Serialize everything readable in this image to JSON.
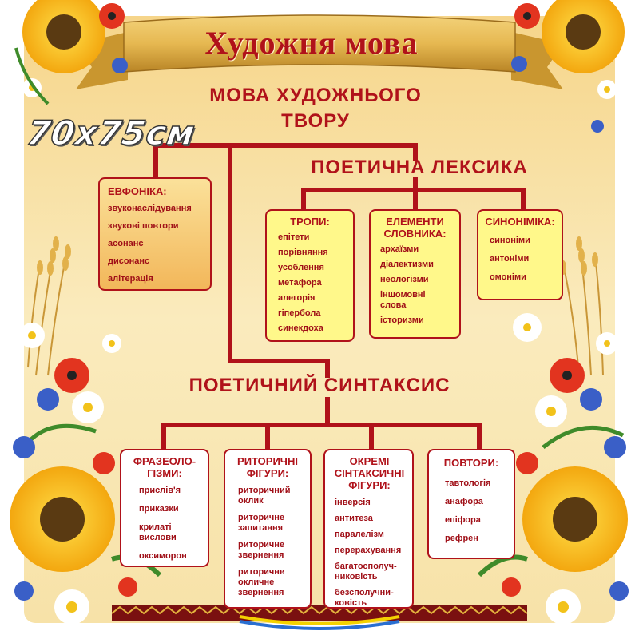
{
  "title": "Художня мова",
  "size_label": "70х75см",
  "headings": {
    "work_language": "МОВА ХУДОЖНЬОГО ТВОРУ",
    "poetic_lexicon": "ПОЕТИЧНА ЛЕКСИКА",
    "poetic_syntax": "ПОЕТИЧНИЙ СИНТАКСИС"
  },
  "euphony": {
    "title": "ЕВФОНІКА:",
    "items": [
      "звуконаслідування",
      "звукові повтори",
      "асонанс",
      "дисонанс",
      "алітерація"
    ]
  },
  "lexicon_boxes": [
    {
      "title": "ТРОПИ:",
      "items": [
        "епітети",
        "порівняння",
        "усоблення",
        "метафора",
        "алегорія",
        "гіпербола",
        "синекдоха"
      ]
    },
    {
      "title": "ЕЛЕМЕНТИ СЛОВНИКА:",
      "items": [
        "архаїзми",
        "діалектизми",
        "неологізми",
        "іншомовні слова",
        "історизми"
      ]
    },
    {
      "title": "СИНОНІМІКА:",
      "items": [
        "синоніми",
        "антоніми",
        "омоніми"
      ]
    }
  ],
  "syntax_boxes": [
    {
      "title": "ФРАЗЕОЛО-ГІЗМИ:",
      "items": [
        "прислів'я",
        "приказки",
        "крилаті вислови",
        "оксиморон"
      ]
    },
    {
      "title": "РИТОРИЧНІ ФІГУРИ:",
      "items": [
        "риторичний оклик",
        "риторичне запитання",
        "риторичне звернення",
        "риторичне окличне звернення"
      ]
    },
    {
      "title": "ОКРЕМІ СІНТАКСИЧНІ ФІГУРИ:",
      "items": [
        "інверсія",
        "антитеза",
        "паралелізм",
        "перерахування",
        "багатосполуч-никовість",
        "безсполучни-ковість"
      ]
    },
    {
      "title": "ПОВТОРИ:",
      "items": [
        "тавтологія",
        "анафора",
        "епіфора",
        "рефрен"
      ]
    }
  ],
  "colors": {
    "accent": "#b0121a",
    "box_yellow": "#fff88a",
    "background": "#f9e7b4"
  }
}
